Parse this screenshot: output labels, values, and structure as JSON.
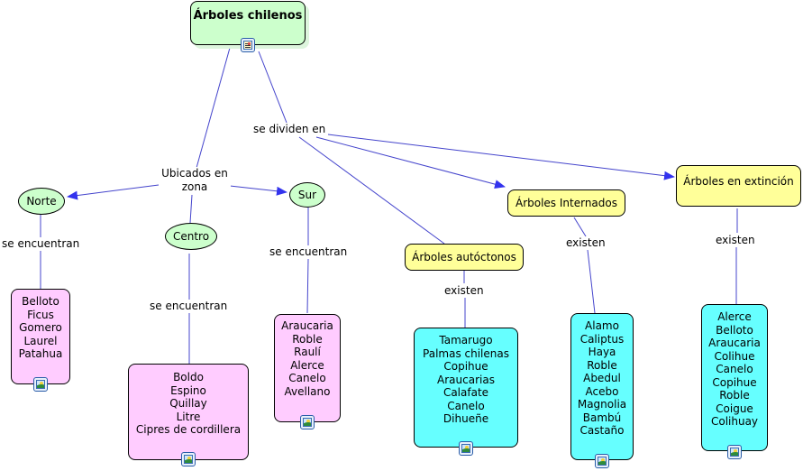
{
  "diagram": {
    "title": "Árboles chilenos",
    "link_phrases": {
      "ubicados": "Ubicados en zona",
      "dividen": "se dividen en",
      "norte_enc": "se encuentran",
      "centro_enc": "se encuentran",
      "sur_enc": "se encuentran",
      "auto_exist": "existen",
      "intern_exist": "existen",
      "extin_exist": "existen"
    },
    "zones": {
      "norte": "Norte",
      "centro": "Centro",
      "sur": "Sur"
    },
    "categories": {
      "autoctonos": "Árboles autóctonos",
      "internados": "Árboles Internados",
      "extincion": "Árboles en extinción"
    },
    "lists": {
      "norte": [
        "Belloto",
        "Ficus",
        "Gomero",
        "Laurel",
        "Patahua"
      ],
      "centro": [
        "Boldo",
        "Espino",
        "Quillay",
        "Litre",
        "Cipres de cordillera"
      ],
      "sur": [
        "Araucaria",
        "Roble",
        "Raulí",
        "Alerce",
        "Canelo",
        "Avellano"
      ],
      "autoctonos": [
        "Tamarugo",
        "Palmas chilenas",
        "Copihue",
        "Araucarias",
        "Calafate",
        "Canelo",
        "Dihueñe"
      ],
      "internados": [
        "Alamo",
        "Caliptus",
        "Haya",
        "Roble",
        "Abedul",
        "Acebo",
        "Magnolia",
        "Bambú",
        "Castaño"
      ],
      "extincion": [
        "Alerce",
        "Belloto",
        "Araucaria",
        "Colihue",
        "Canelo",
        "Copihue",
        "Roble",
        "Coigue",
        "Colihuay"
      ]
    },
    "icons": {
      "root": "document-icon",
      "list": "image-icon"
    },
    "colors": {
      "root": "#ccffcc",
      "zone": "#ccffcc",
      "category": "#ffff99",
      "zone_list": "#ffccff",
      "category_list": "#66ffff",
      "link": "#3333cc"
    }
  }
}
